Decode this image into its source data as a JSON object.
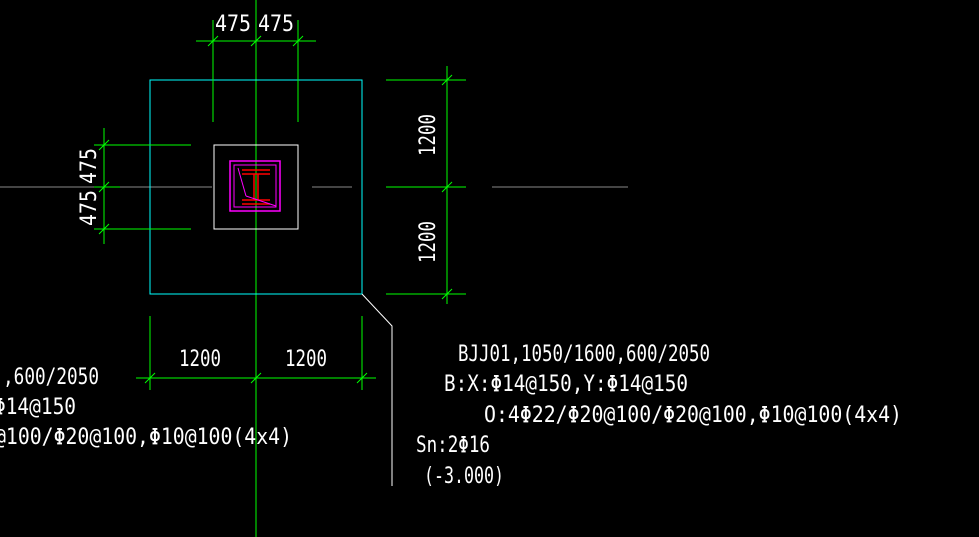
{
  "colors": {
    "background": "#000000",
    "axis": "#00ff00",
    "dimension": "#00ff00",
    "footing_outline": "#00ffff",
    "pedestal_outline": "#ffffff",
    "column_outline": "#ff00ff",
    "steel_section": "#ff0000",
    "text": "#ffffff"
  },
  "dimensions": {
    "top": [
      "475",
      "475"
    ],
    "left": [
      "475",
      "475"
    ],
    "right": [
      "1200",
      "1200"
    ],
    "bottom": [
      "1200",
      "1200"
    ]
  },
  "annotation": {
    "line1": "BJJ01,1050/1600,600/2050",
    "line2": "B:X:Φ14@150,Y:Φ14@150",
    "line3": "O:4Φ22/Φ20@100/Φ20@100,Φ10@100(4x4)",
    "line4": "Sn:2Φ16",
    "line5": "(-3.000)"
  },
  "partial_annotation": {
    "line1": ",600/2050",
    "line2": "Φ14@150",
    "line3": "@100/Φ20@100,Φ10@100(4x4)"
  }
}
